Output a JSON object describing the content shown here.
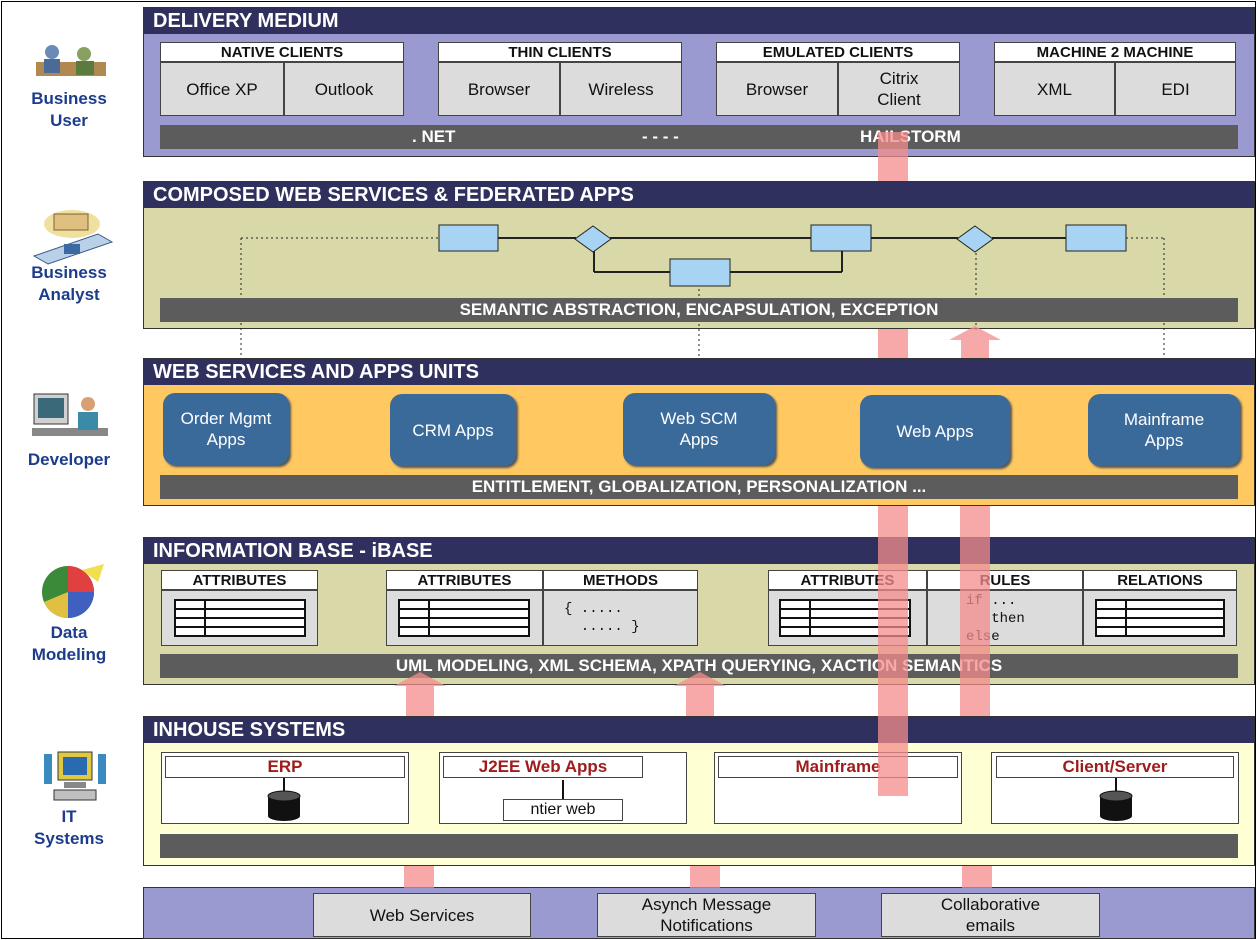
{
  "roles": {
    "business_user": "Business\nUser",
    "business_analyst": "Business\nAnalyst",
    "developer": "Developer",
    "data_modeling": "Data\nModeling",
    "it_systems": "IT\nSystems"
  },
  "delivery": {
    "title": "DELIVERY MEDIUM",
    "groups": [
      {
        "title": "NATIVE CLIENTS",
        "items": [
          "Office XP",
          "Outlook"
        ]
      },
      {
        "title": "THIN CLIENTS",
        "items": [
          "Browser",
          "Wireless"
        ]
      },
      {
        "title": "EMULATED CLIENTS",
        "items": [
          "Browser",
          "Citrix\nClient"
        ]
      },
      {
        "title": "MACHINE 2 MACHINE",
        "items": [
          "XML",
          "EDI"
        ]
      }
    ],
    "bar": {
      "left": ". NET",
      "mid": "- - - -",
      "right": "HAILSTORM"
    }
  },
  "composed": {
    "title": "COMPOSED WEB SERVICES & FEDERATED APPS",
    "bar": "SEMANTIC ABSTRACTION, ENCAPSULATION, EXCEPTION"
  },
  "units": {
    "title": "WEB SERVICES AND APPS UNITS",
    "items": [
      "Order Mgmt\nApps",
      "CRM Apps",
      "Web SCM\nApps",
      "Web Apps",
      "Mainframe\nApps"
    ],
    "bar": "ENTITLEMENT, GLOBALIZATION, PERSONALIZATION ..."
  },
  "ibase": {
    "title": "INFORMATION BASE - iBASE",
    "attributes": "ATTRIBUTES",
    "methods": "METHODS",
    "rules": "RULES",
    "relations": "RELATIONS",
    "methods_code": "{ .....\n  ..... }",
    "rules_code": "if ...\n   then\nelse",
    "bar": "UML MODELING, XML SCHEMA, XPATH QUERYING, XACTION SEMANTICS"
  },
  "inhouse": {
    "title": "INHOUSE SYSTEMS",
    "systems": [
      "ERP",
      "J2EE Web Apps",
      "Mainframe",
      "Client/Server"
    ],
    "ntier": "ntier web"
  },
  "bottom": {
    "items": [
      "Web Services",
      "Asynch Message\nNotifications",
      "Collaborative\nemails"
    ]
  },
  "colors": {
    "header": "#30305e",
    "bar": "#5c5c5c",
    "delivery_bg": "#9a9ad0",
    "composed_bg": "#d8d8a8",
    "units_bg": "#ffc860",
    "ibase_bg": "#d8d8a8",
    "inhouse_bg": "#ffffd4",
    "unit": "#3a6a9a",
    "arrow": "#f4a8a8",
    "red_label": "#a01c1c"
  }
}
